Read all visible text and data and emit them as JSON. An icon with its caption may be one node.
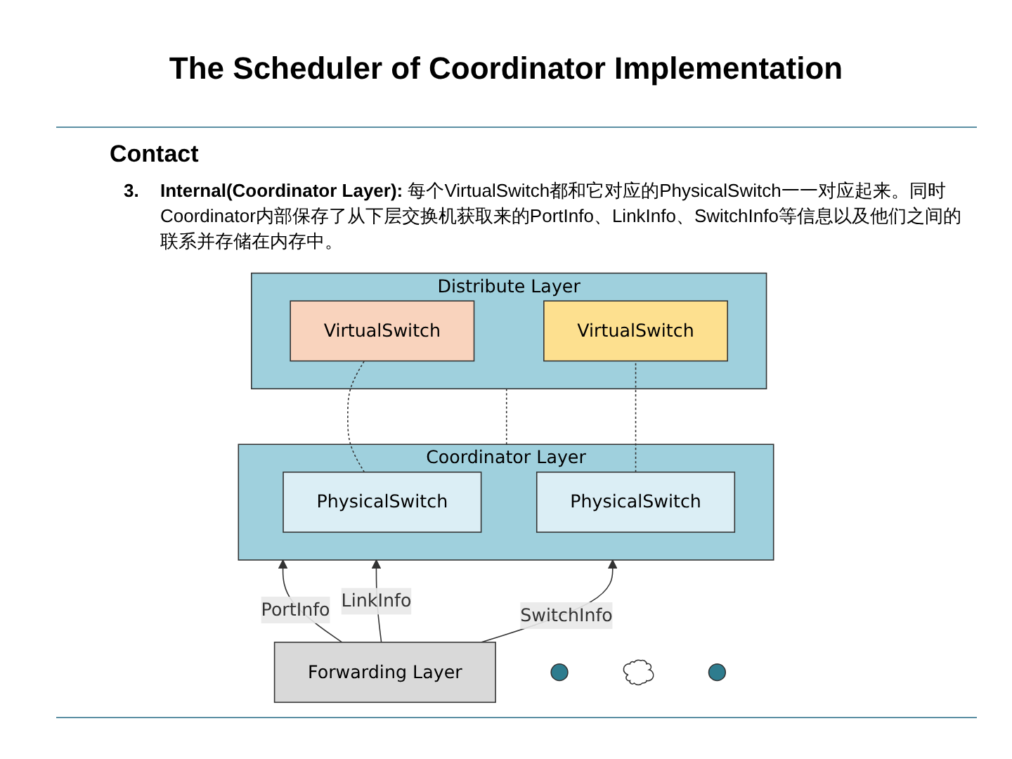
{
  "diagram": {
    "title": "The Scheduler of Coordinator Implementation",
    "nodes": [
      {
        "text": [
          "Distribute Layer"
        ]
      },
      {
        "text": [
          "VirtualSwitch"
        ],
        "in": 0
      },
      {
        "text": [
          "VirtualSwitch"
        ],
        "in": 0
      },
      {
        "text": [
          "Coordinator Layer"
        ]
      },
      {
        "text": [
          "PhysicalSwitch"
        ],
        "in": 3
      },
      {
        "text": [
          "PhysicalSwitch"
        ],
        "in": 3
      },
      {
        "text": [
          "Forwarding Layer"
        ]
      },
      {
        "text": [],
        "shape": "circle"
      },
      {
        "text": [],
        "shape": "cloud"
      },
      {
        "text": [],
        "shape": "circle"
      }
    ],
    "edges": [
      {
        "from": 4,
        "to": 1,
        "arrow": "none",
        "style": "dashed"
      },
      {
        "from": 3,
        "to": 0,
        "arrow": "none",
        "style": "dashed"
      },
      {
        "from": 5,
        "to": 2,
        "arrow": "none",
        "style": "dashed"
      },
      {
        "from": 6,
        "to": 3,
        "arrow": "to",
        "label": "PortInfo"
      },
      {
        "from": 6,
        "to": 3,
        "arrow": "to",
        "label": "LinkInfo"
      },
      {
        "from": 6,
        "to": 3,
        "arrow": "to",
        "label": "SwitchInfo"
      }
    ],
    "labels": [
      "Contact",
      "3.",
      "**Internal(Coordinator Layer):** 每个VirtualSwitch都和它对应的PhysicalSwitch一一对应起来。同时Coordinator内部保存了从下层交换机获取来的PortInfo、LinkInfo、SwitchInfo等信息以及他们之间的联系并存储在内存中。"
    ]
  }
}
